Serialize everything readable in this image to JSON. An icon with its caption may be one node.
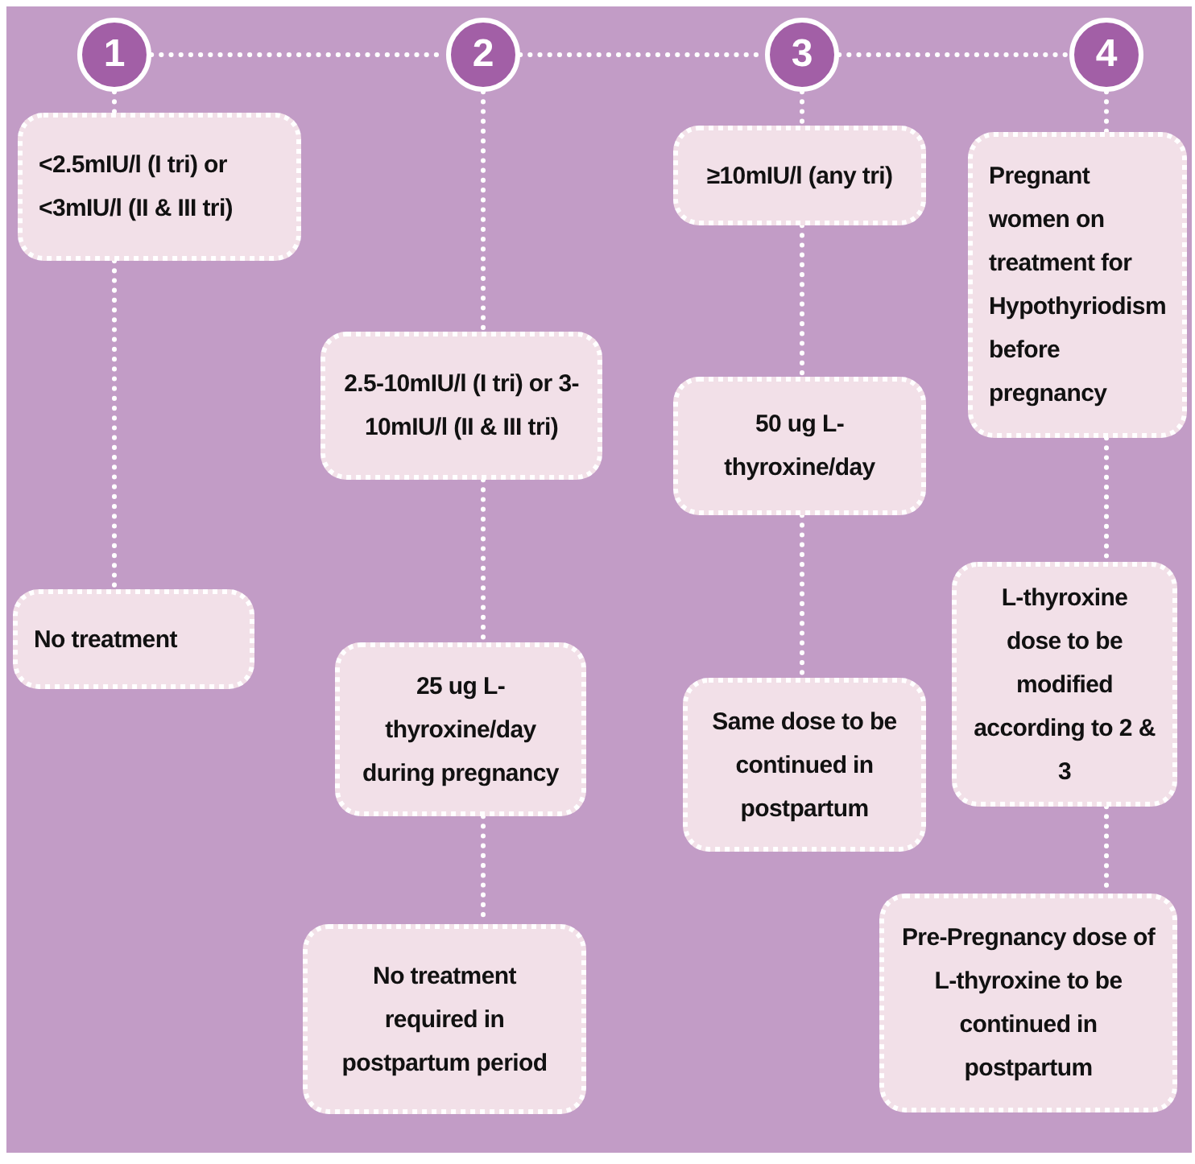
{
  "diagram": {
    "nodes": [
      {
        "text": [
          "1"
        ]
      },
      {
        "text": [
          "2"
        ]
      },
      {
        "text": [
          "3"
        ]
      },
      {
        "text": [
          "4"
        ]
      },
      {
        "text": [
          "<2.5mIU/l (I tri) or <3mIU/l (II & III tri)"
        ]
      },
      {
        "text": [
          "No treatment"
        ]
      },
      {
        "text": [
          "2.5-10mIU/l (I tri) or 3-10mIU/l (II & III tri)"
        ]
      },
      {
        "text": [
          "25 ug L-thyroxine/day during pregnancy"
        ]
      },
      {
        "text": [
          "No treatment required in postpartum period"
        ]
      },
      {
        "text": [
          "≥10mIU/l (any tri)"
        ]
      },
      {
        "text": [
          "50 ug L-thyroxine/day"
        ]
      },
      {
        "text": [
          "Same dose to be continued in postpartum"
        ]
      },
      {
        "text": [
          "Pregnant women on treatment for Hypothyriodism before pregnancy"
        ]
      },
      {
        "text": [
          "L-thyroxine dose to be modified according to 2 & 3"
        ]
      },
      {
        "text": [
          "Pre-Pregnancy dose of L-thyroxine to be continued in postpartum"
        ]
      }
    ],
    "edges": [
      {
        "from": 0,
        "to": 1,
        "arrow": "none"
      },
      {
        "from": 1,
        "to": 2,
        "arrow": "none"
      },
      {
        "from": 2,
        "to": 3,
        "arrow": "none"
      },
      {
        "from": 0,
        "to": 4,
        "arrow": "none"
      },
      {
        "from": 4,
        "to": 5,
        "arrow": "none"
      },
      {
        "from": 1,
        "to": 6,
        "arrow": "none"
      },
      {
        "from": 6,
        "to": 7,
        "arrow": "none"
      },
      {
        "from": 7,
        "to": 8,
        "arrow": "none"
      },
      {
        "from": 2,
        "to": 9,
        "arrow": "none"
      },
      {
        "from": 9,
        "to": 10,
        "arrow": "none"
      },
      {
        "from": 10,
        "to": 11,
        "arrow": "none"
      },
      {
        "from": 3,
        "to": 12,
        "arrow": "none"
      },
      {
        "from": 12,
        "to": 13,
        "arrow": "none"
      },
      {
        "from": 13,
        "to": 14,
        "arrow": "none"
      }
    ]
  }
}
